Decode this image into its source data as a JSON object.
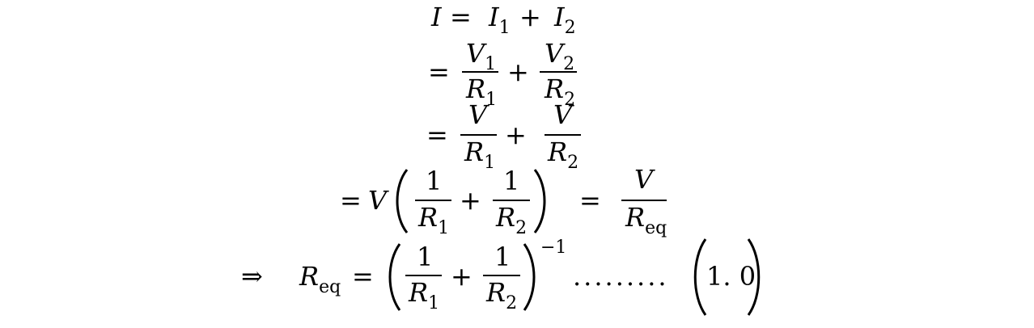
{
  "line1": {
    "lhs": "I",
    "eq": "=",
    "t1": {
      "base": "I",
      "sub": "1"
    },
    "plus": "+",
    "t2": {
      "base": "I",
      "sub": "2"
    }
  },
  "line2": {
    "eq": "=",
    "f1": {
      "num_base": "V",
      "num_sub": "1",
      "den_base": "R",
      "den_sub": "1"
    },
    "plus": "+",
    "f2": {
      "num_base": "V",
      "num_sub": "2",
      "den_base": "R",
      "den_sub": "2"
    }
  },
  "line3": {
    "eq": "=",
    "f1": {
      "num": "V",
      "den_base": "R",
      "den_sub": "1"
    },
    "plus": "+",
    "f2": {
      "num": "V",
      "den_base": "R",
      "den_sub": "2"
    }
  },
  "line4": {
    "eq": "=",
    "factor": "V",
    "f1": {
      "num": "1",
      "den_base": "R",
      "den_sub": "1"
    },
    "plus": "+",
    "f2": {
      "num": "1",
      "den_base": "R",
      "den_sub": "2"
    },
    "eq2": "=",
    "f3": {
      "num": "V",
      "den_base": "R",
      "den_sub": "eq"
    }
  },
  "line5": {
    "implies": "⇒",
    "lhs": {
      "base": "R",
      "sub": "eq"
    },
    "eq": "=",
    "f1": {
      "num": "1",
      "den_base": "R",
      "den_sub": "1"
    },
    "plus": "+",
    "f2": {
      "num": "1",
      "den_base": "R",
      "den_sub": "2"
    },
    "exponent": "−1",
    "dots": ".........",
    "label": "1. 0"
  }
}
